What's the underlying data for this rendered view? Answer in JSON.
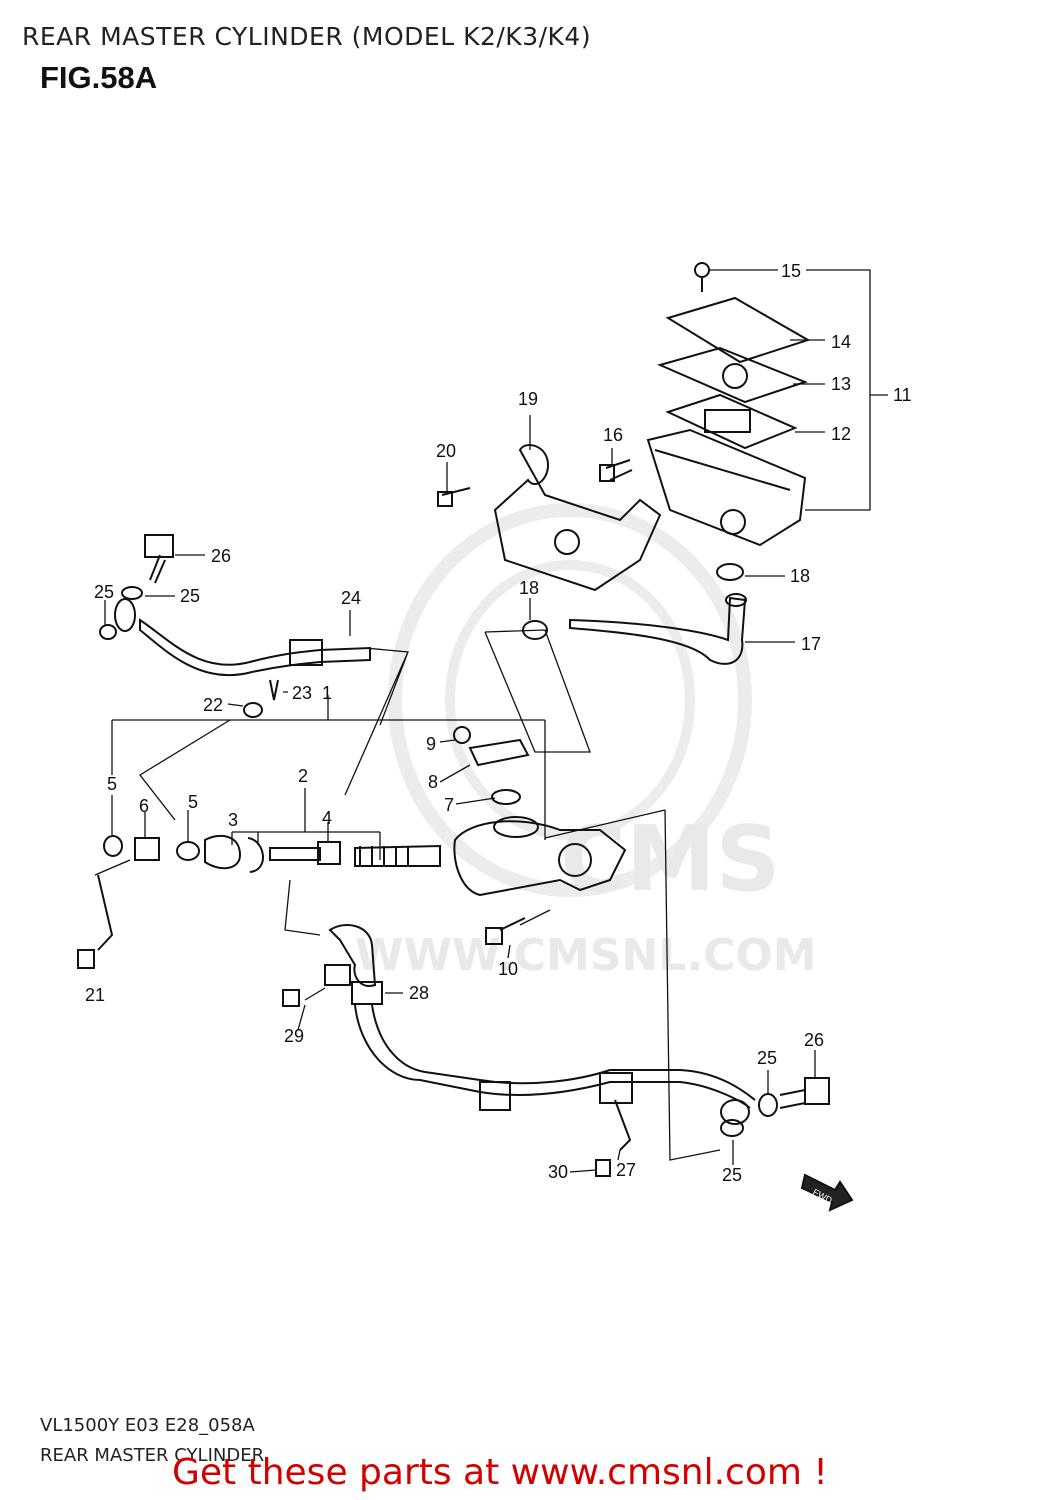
{
  "header": {
    "title": "REAR MASTER CYLINDER (MODEL K2/K3/K4)",
    "figure": "FIG.58A"
  },
  "watermark": {
    "text": "WWW.CMSNL.COM",
    "logo": "CMS"
  },
  "diagram": {
    "callouts": [
      "1",
      "2",
      "3",
      "4",
      "5",
      "5",
      "6",
      "7",
      "8",
      "9",
      "10",
      "11",
      "12",
      "13",
      "14",
      "15",
      "16",
      "17",
      "18",
      "18",
      "19",
      "20",
      "21",
      "22",
      "23",
      "24",
      "25",
      "25",
      "25",
      "25",
      "26",
      "26",
      "27",
      "28",
      "29",
      "30"
    ],
    "direction_marker": "FWD"
  },
  "footer": {
    "code": "VL1500Y E03 E28_058A",
    "subtitle": "REAR MASTER CYLINDER",
    "cta": "Get these parts at www.cmsnl.com !"
  },
  "colors": {
    "line": "#111111",
    "watermark": "#e9e9e9",
    "cta": "#d40000"
  }
}
